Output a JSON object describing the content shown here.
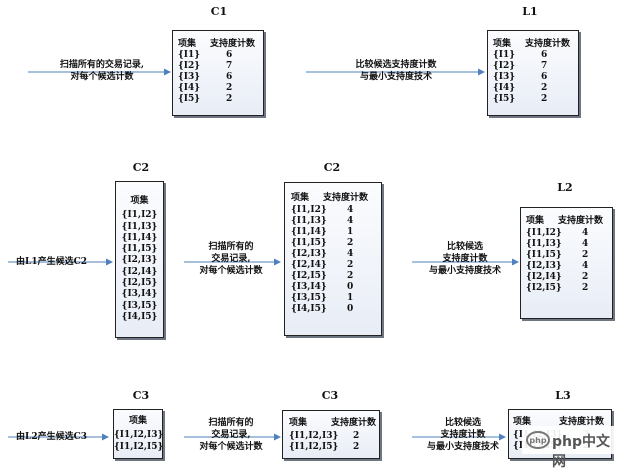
{
  "titles": {
    "c1": "C1",
    "l1": "L1",
    "c2a": "C2",
    "c2b": "C2",
    "l2": "L2",
    "c3a": "C3",
    "c3b": "C3",
    "l3": "L3"
  },
  "headers": {
    "itemset": "项集",
    "support": "支持度计数"
  },
  "c1": [
    {
      "set": "{I1}",
      "count": "6"
    },
    {
      "set": "{I2}",
      "count": "7"
    },
    {
      "set": "{I3}",
      "count": "6"
    },
    {
      "set": "{I4}",
      "count": "2"
    },
    {
      "set": "{I5}",
      "count": "2"
    }
  ],
  "l1": [
    {
      "set": "{I1}",
      "count": "6"
    },
    {
      "set": "{I2}",
      "count": "7"
    },
    {
      "set": "{I3}",
      "count": "6"
    },
    {
      "set": "{I4}",
      "count": "2"
    },
    {
      "set": "{I5}",
      "count": "2"
    }
  ],
  "c2_candidates": [
    "{I1,I2}",
    "{I1,I3}",
    "{I1,I4}",
    "{I1,I5}",
    "{I2,I3}",
    "{I2,I4}",
    "{I2,I5}",
    "{I3,I4}",
    "{I3,I5}",
    "{I4,I5}"
  ],
  "c2_counts": [
    {
      "set": "{I1,I2}",
      "count": "4"
    },
    {
      "set": "{I1,I3}",
      "count": "4"
    },
    {
      "set": "{I1,I4}",
      "count": "1"
    },
    {
      "set": "{I1,I5}",
      "count": "2"
    },
    {
      "set": "{I2,I3}",
      "count": "4"
    },
    {
      "set": "{I2,I4}",
      "count": "2"
    },
    {
      "set": "{I2,I5}",
      "count": "2"
    },
    {
      "set": "{I3,I4}",
      "count": "0"
    },
    {
      "set": "{I3,I5}",
      "count": "1"
    },
    {
      "set": "{I4,I5}",
      "count": "0"
    }
  ],
  "l2": [
    {
      "set": "{I1,I2}",
      "count": "4"
    },
    {
      "set": "{I1,I3}",
      "count": "4"
    },
    {
      "set": "{I1,I5}",
      "count": "2"
    },
    {
      "set": "{I2,I3}",
      "count": "4"
    },
    {
      "set": "{I2,I4}",
      "count": "2"
    },
    {
      "set": "{I2,I5}",
      "count": "2"
    }
  ],
  "c3_candidates": [
    "{I1,I2,I3}",
    "{I1,I2,I5}"
  ],
  "c3_counts": [
    {
      "set": "{I1,I2,I3}",
      "count": "2"
    },
    {
      "set": "{I1,I2,I5}",
      "count": "2"
    }
  ],
  "l3": [
    {
      "set": "{I1,I2,I3}",
      "count": "2"
    },
    {
      "set": "{I1,I2,I5}",
      "count": "2"
    }
  ],
  "notes": {
    "scan1": [
      "扫描所有的交易记录,",
      "对每个候选计数"
    ],
    "compare1": [
      "比较候选支持度计数",
      "与最小支持度技术"
    ],
    "gen_c2": "由L1产生候选C2",
    "scan2": [
      "扫描所有的",
      "交易记录,",
      "对每个候选计数"
    ],
    "compare2": [
      "比较候选",
      "支持度计数",
      "与最小支持度技术"
    ],
    "gen_c3": "由L2产生候选C3",
    "scan3": [
      "扫描所有的",
      "交易记录,",
      "对每个候选计数"
    ],
    "compare3": [
      "比较候选",
      "支持度计数",
      "与最小支持度技术"
    ]
  },
  "watermark": "php中文网",
  "colors": {
    "arrow": "#4f81bd",
    "box_border": "#222222",
    "shadow": "#6e7583"
  }
}
